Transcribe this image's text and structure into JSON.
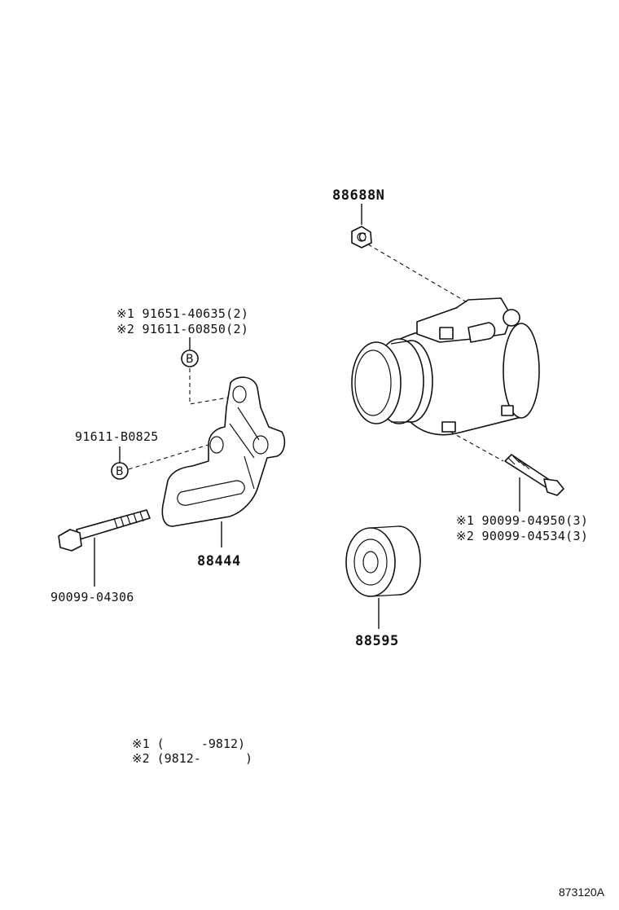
{
  "labels": {
    "p88688n": "88688N",
    "p88444": "88444",
    "p88595": "88595",
    "p90099_04306": "90099-04306",
    "p91611_b0825": "91611-B0825",
    "bracket_bolt_1": "※1 91651-40635(2)",
    "bracket_bolt_2": "※2 91611-60850(2)",
    "compressor_bolt_1": "※1 90099-04950(3)",
    "compressor_bolt_2": "※2 90099-04534(3)"
  },
  "markers": {
    "b": "B",
    "c": "C"
  },
  "notes": {
    "note1": "※1 (     -9812)",
    "note2": "※2 (9812-      )"
  },
  "ref_code": "873120A"
}
